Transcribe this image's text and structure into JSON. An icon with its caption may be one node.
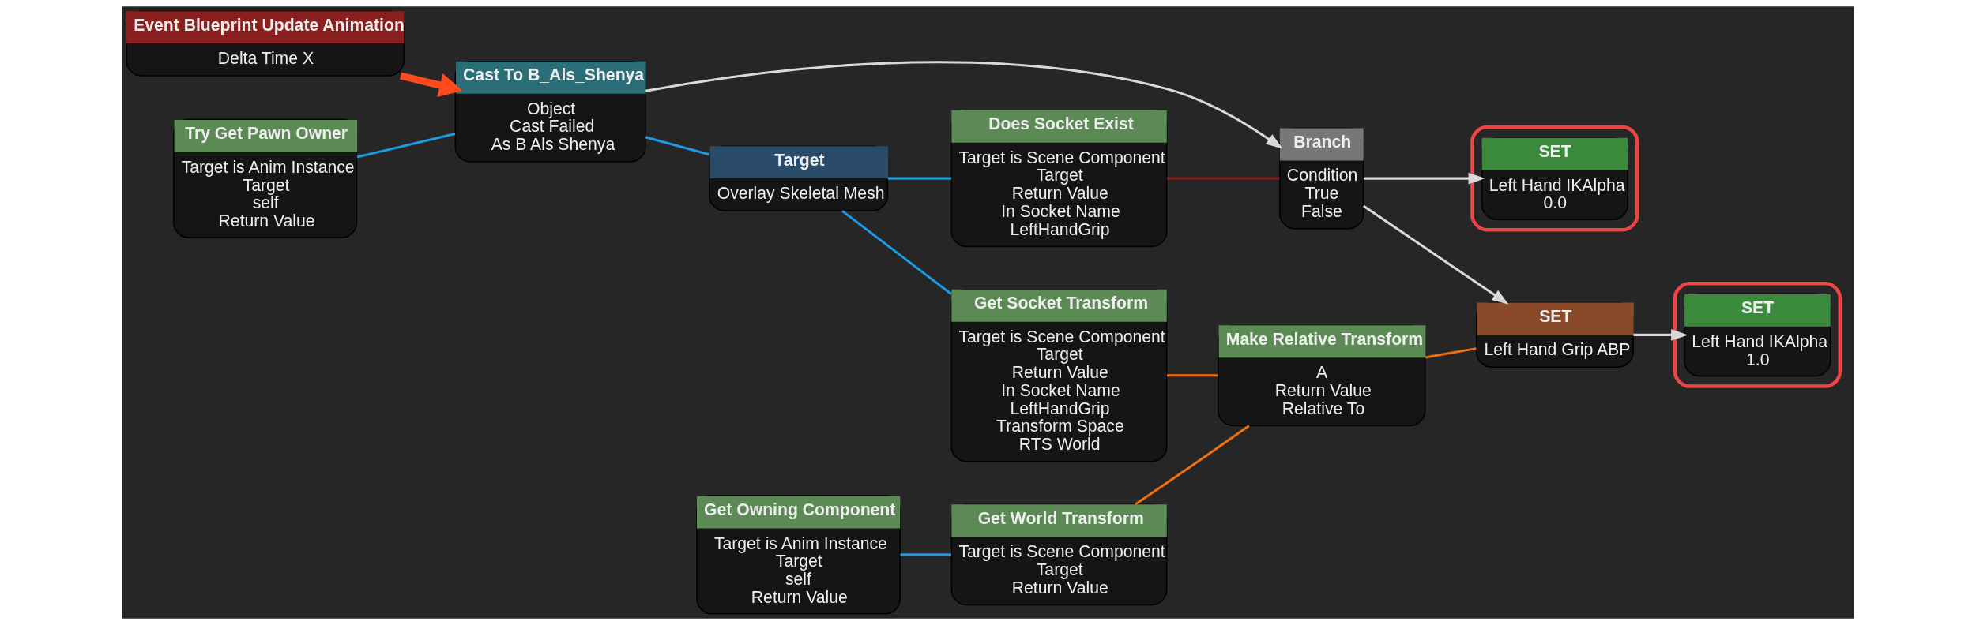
{
  "diagram": {
    "nodes": [
      {
        "text": [
          "Event Blueprint Update Animation",
          "Delta Time X"
        ]
      },
      {
        "text": [
          "Cast To B_Als_Shenya",
          "Object",
          "Cast Failed",
          "As B Als Shenya"
        ]
      },
      {
        "text": [
          "Try Get Pawn Owner",
          "Target is Anim Instance",
          "Target",
          "self",
          "Return Value"
        ]
      },
      {
        "text": [
          "Target",
          "Overlay Skeletal Mesh"
        ]
      },
      {
        "text": [
          "Does Socket Exist",
          "Target is Scene Component",
          "Target",
          "Return Value",
          "In Socket Name",
          "LeftHandGrip"
        ]
      },
      {
        "text": [
          "Branch",
          "Condition",
          "True",
          "False"
        ]
      },
      {
        "text": [
          "Get Socket Transform",
          "Target is Scene Component",
          "Target",
          "Return Value",
          "In Socket Name",
          "LeftHandGrip",
          "Transform Space",
          "RTS World"
        ]
      },
      {
        "text": [],
        "shape": "box"
      },
      {
        "text": [
          "SET",
          "Left Hand IKAlpha",
          "0.0"
        ],
        "in": 7
      },
      {
        "text": [
          "Make Relative Transform",
          "A",
          "Return Value",
          "Relative To"
        ]
      },
      {
        "text": [
          "Get World Transform",
          "Target is Scene Component",
          "Target",
          "Return Value"
        ]
      },
      {
        "text": [
          "Get Owning Component",
          "Target is Anim Instance",
          "Target",
          "self",
          "Return Value"
        ]
      },
      {
        "text": [
          "SET",
          "Left Hand Grip ABP"
        ]
      },
      {
        "text": [],
        "shape": "box"
      },
      {
        "text": [
          "SET",
          "Left Hand IKAlpha",
          "1.0"
        ],
        "in": 13
      }
    ],
    "edges": [
      {
        "from": 0,
        "to": 1,
        "arrow": "to",
        "style": "thick",
        "color": "#ff4a1c"
      },
      {
        "from": 2,
        "to": 1,
        "arrow": "none",
        "color": "#1a9be6"
      },
      {
        "from": 1,
        "to": 3,
        "arrow": "none",
        "color": "#1a9be6"
      },
      {
        "from": 3,
        "to": 4,
        "arrow": "none",
        "color": "#1a9be6"
      },
      {
        "from": 3,
        "to": 6,
        "arrow": "none",
        "color": "#1a9be6"
      },
      {
        "from": 4,
        "to": 5,
        "arrow": "none",
        "color": "#8b1a1a"
      },
      {
        "from": 1,
        "to": 5,
        "arrow": "to",
        "color": "#d9d9d9"
      },
      {
        "from": 5,
        "to": 12,
        "arrow": "to",
        "color": "#d9d9d9"
      },
      {
        "from": 5,
        "to": 8,
        "arrow": "to",
        "color": "#d9d9d9"
      },
      {
        "from": 6,
        "to": 9,
        "arrow": "none",
        "color": "#f07010"
      },
      {
        "from": 10,
        "to": 9,
        "arrow": "none",
        "color": "#f07010"
      },
      {
        "from": 11,
        "to": 10,
        "arrow": "none",
        "color": "#1a9be6"
      },
      {
        "from": 9,
        "to": 12,
        "arrow": "none",
        "color": "#f07010"
      },
      {
        "from": 12,
        "to": 14,
        "arrow": "to",
        "color": "#d9d9d9"
      }
    ]
  }
}
